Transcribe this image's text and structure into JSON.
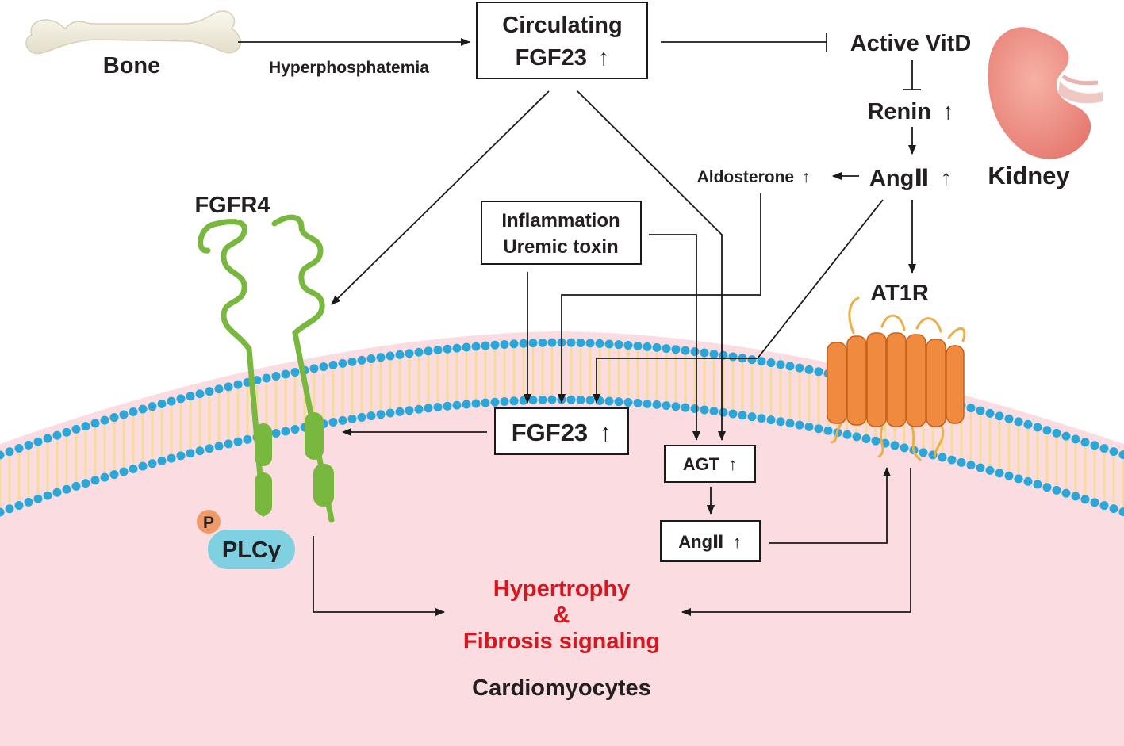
{
  "labels": {
    "bone": "Bone",
    "hyperphosphatemia": "Hyperphosphatemia",
    "circulating_fgf23_line1": "Circulating",
    "circulating_fgf23_line2": "FGF23",
    "active_vitd": "Active VitD",
    "renin": "Renin",
    "kidney": "Kidney",
    "aldosterone": "Aldosterone",
    "angii_top": "AngⅡ",
    "fgfr4": "FGFR4",
    "inflammation": "Inflammation",
    "uremic_toxin": "Uremic toxin",
    "at1r": "AT1R",
    "fgf23_cell": "FGF23",
    "agt": "AGT",
    "angii_cell": "AngⅡ",
    "phospho": "P",
    "plcg": "PLCγ",
    "outcome_line1": "Hypertrophy",
    "outcome_line2": "&",
    "outcome_line3": "Fibrosis signaling",
    "cell_type": "Cardiomyocytes"
  },
  "symbols": {
    "up_arrow": "↑"
  },
  "colors": {
    "cytoplasm": "#fbdde1",
    "lipid_head": "#2aa7d8",
    "lipid_tail": "#f5dc97",
    "receptor_green": "#79b83e",
    "at1r_orange": "#ef8a3f",
    "outcome_red": "#d7161e",
    "plcg_teal": "#7fd0e0",
    "phospho_orange": "#f29a67"
  }
}
